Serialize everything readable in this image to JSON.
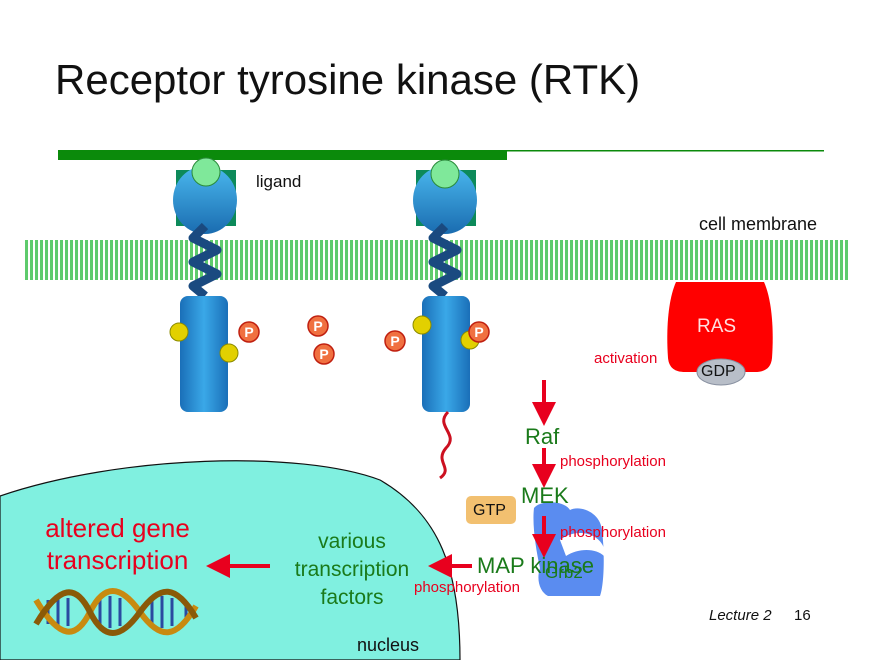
{
  "title": "Receptor tyrosine kinase (RTK)",
  "labels": {
    "ligand": "ligand",
    "cell_membrane": "cell membrane",
    "ras": "RAS",
    "gdp": "GDP",
    "activation": "activation",
    "raf": "Raf",
    "phosphorylation_1": "phosphorylation",
    "mek": "MEK",
    "gtp": "GTP",
    "phosphorylation_2": "phosphorylation",
    "grb2": "Grb2",
    "map_kinase": "MAP kinase",
    "phosphorylation_3": "phosphorylation",
    "various_transcription_factors": "various transcription factors",
    "altered_gene_transcription": "altered gene transcription",
    "nucleus": "nucleus",
    "phosphate": "P"
  },
  "footer": {
    "lecture": "Lecture 2",
    "page": "16"
  },
  "colors": {
    "title_bar": "#0b8a0b",
    "membrane": "#5ecb6c",
    "receptor": "#2a8fd0",
    "ligand": "#7fe89a",
    "phosphate": "#f07040",
    "tyrosine": "#e2d000",
    "ras": "#ff0000",
    "gdp": "#b8bec8",
    "gtp": "#f2c070",
    "grb2": "#5a8cf0",
    "nucleus": "#80f0e0",
    "arrow": "#e8001e",
    "pathway_text": "#1a7a1a"
  }
}
